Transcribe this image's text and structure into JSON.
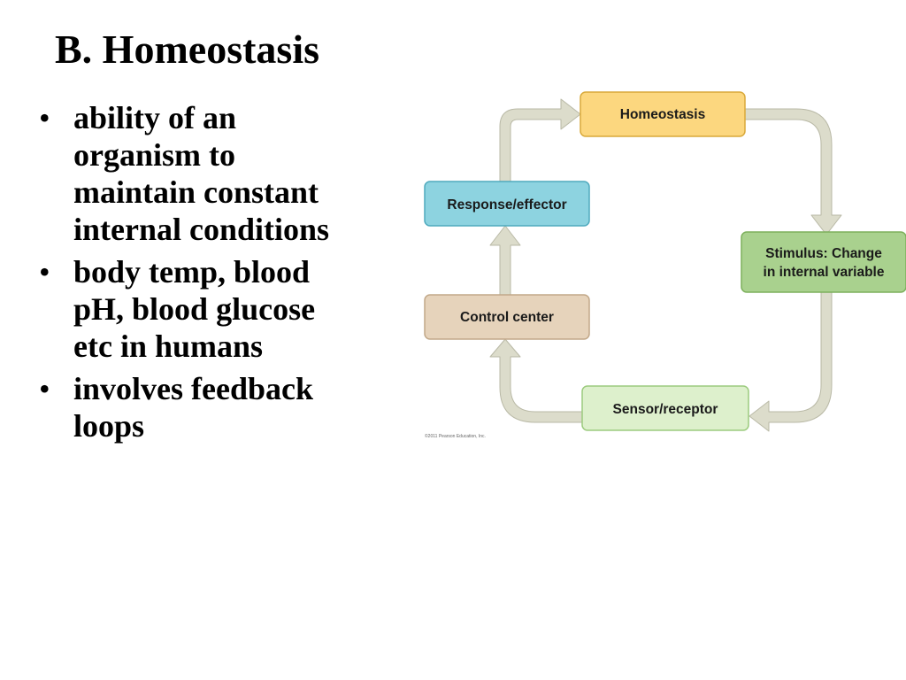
{
  "slide": {
    "title": "B. Homeostasis",
    "bullets": [
      [
        "ability of an",
        "organism to",
        "maintain constant",
        "internal conditions"
      ],
      [
        "body temp, blood",
        "pH, blood glucose",
        "etc in humans"
      ],
      [
        "involves feedback",
        "loops"
      ]
    ],
    "bullet_symbol": "•"
  },
  "diagram": {
    "nodes": {
      "homeostasis": {
        "label": "Homeostasis",
        "fill": "#FCD77F",
        "stroke": "#D9A93A"
      },
      "stimulus": {
        "lines": [
          "Stimulus: Change",
          "in internal variable"
        ],
        "fill": "#A9D18E",
        "stroke": "#7DB05C"
      },
      "sensor": {
        "label": "Sensor/receptor",
        "fill": "#DDF0CC",
        "stroke": "#9CCB7E"
      },
      "control": {
        "label": "Control center",
        "fill": "#E6D3BB",
        "stroke": "#C2A889"
      },
      "response": {
        "label": "Response/effector",
        "fill": "#8DD3E0",
        "stroke": "#4FAABE"
      }
    },
    "arrow_color": "#DCDCCB",
    "arrow_outline": "#B9B9A6",
    "copyright": "©2011 Pearson Education, Inc."
  }
}
